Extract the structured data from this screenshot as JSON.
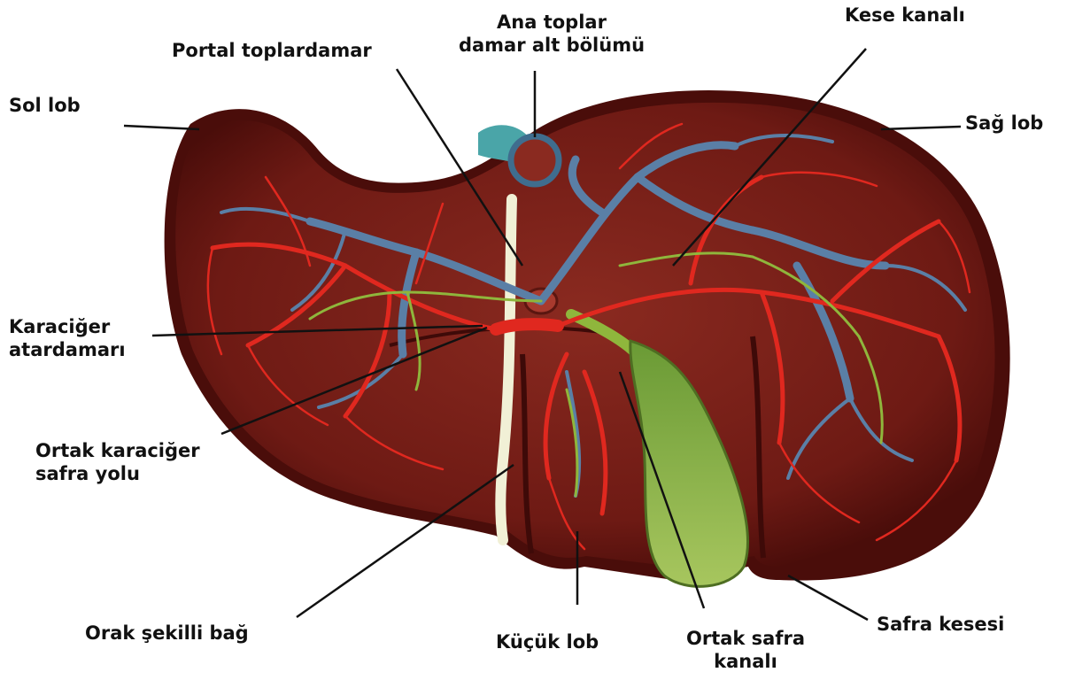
{
  "diagram": {
    "labels": {
      "sol_lob": "Sol lob",
      "portal": "Portal toplardamar",
      "ana_toplar_1": "Ana toplar",
      "ana_toplar_2": "damar alt bölümü",
      "kese_kanali": "Kese kanalı",
      "sag_lob": "Sağ lob",
      "karaciger_atardamari_1": "Karaciğer",
      "karaciger_atardamari_2": "atardamarı",
      "ortak_karaciger_1": "Ortak karaciğer",
      "ortak_karaciger_2": "safra yolu",
      "orak": "Orak şekilli bağ",
      "kucuk_lob": "Küçük lob",
      "ortak_safra_1": "Ortak safra",
      "ortak_safra_2": "kanalı",
      "safra_kesesi": "Safra kesesi"
    },
    "colors": {
      "liver": "#7a1e18",
      "liver_dark": "#4a0d0a",
      "artery": "#e0281f",
      "portal_vein": "#5a7fa6",
      "bile": "#8fb63c",
      "gallbladder": "#8bb04a",
      "vena_cava": "#4aa5a8",
      "ligament": "#f1f0d6"
    }
  }
}
